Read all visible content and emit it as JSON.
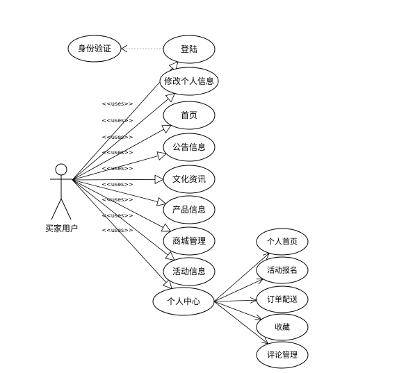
{
  "actor": {
    "label": "买家用户"
  },
  "stereotype": "<<uses>>",
  "auth_use_case": "身份验证",
  "main_use_cases": [
    "登陆",
    "修改个人信息",
    "首页",
    "公告信息",
    "文化资讯",
    "产品信息",
    "商城管理",
    "活动信息",
    "个人中心"
  ],
  "sub_use_cases": [
    "个人首页",
    "活动报名",
    "订单配送",
    "收藏",
    "评论管理"
  ]
}
